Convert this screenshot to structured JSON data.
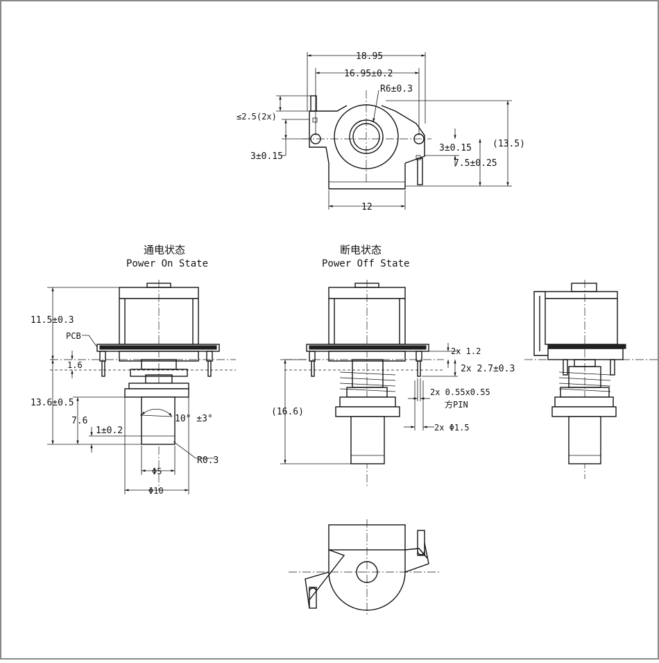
{
  "views": {
    "top": {
      "dims": {
        "d1895": "18.95",
        "d1695": "16.95±0.2",
        "r6": "R6±0.3",
        "d25": "≤2.5(2x)",
        "d3l": "3±0.15",
        "d3r": "3±0.15",
        "d75": "7.5±0.25",
        "d135": "(13.5)",
        "d12": "12"
      }
    },
    "power_on": {
      "title_cn": "通电状态",
      "title_en": "Power On State",
      "dims": {
        "d115": "11.5±0.3",
        "pcb": "PCB",
        "d16": "1.6",
        "d136": "13.6±0.5",
        "d76": "7.6",
        "d1": "1±0.2",
        "angle": "10° ±3°",
        "r03": "R0.3",
        "phi5": "Φ5",
        "phi10": "Φ10"
      }
    },
    "power_off": {
      "title_cn": "断电状态",
      "title_en": "Power Off State",
      "dims": {
        "d166": "(16.6)",
        "d12": "2x 1.2",
        "d27": "2x 2.7±0.3",
        "pin": "2x 0.55x0.55",
        "pin_cn": "方PIN",
        "phi15": "2x Φ1.5"
      }
    }
  }
}
